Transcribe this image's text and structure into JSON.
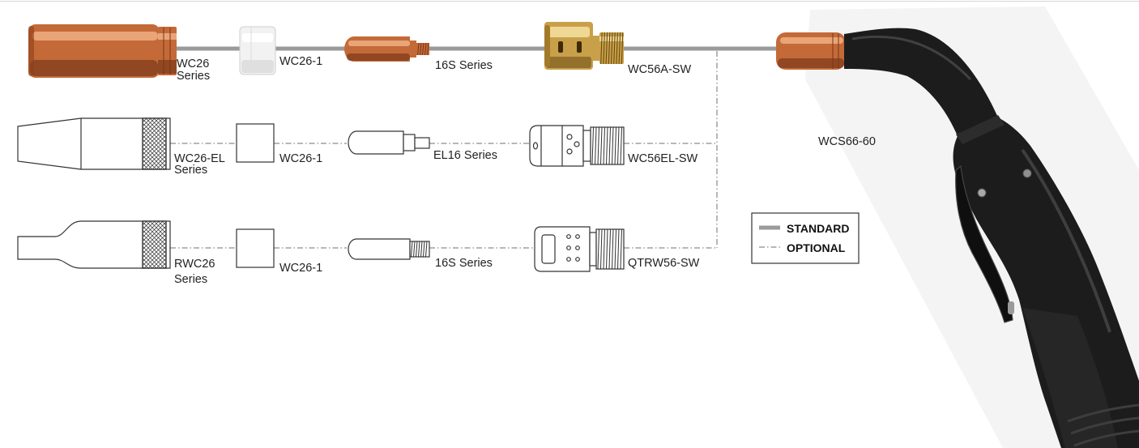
{
  "rows": [
    {
      "nozzle_label": [
        "WC26",
        "Series"
      ],
      "insulator_label": "WC26-1",
      "tip_label": "16S Series",
      "diffuser_label": "WC56A-SW"
    },
    {
      "nozzle_label": [
        "WC26-EL",
        "Series"
      ],
      "insulator_label": "WC26-1",
      "tip_label": "EL16 Series",
      "diffuser_label": "WC56EL-SW"
    },
    {
      "nozzle_label": [
        "RWC26",
        "Series"
      ],
      "insulator_label": "WC26-1",
      "tip_label": "16S Series",
      "diffuser_label": "QTRW56-SW"
    }
  ],
  "gun": {
    "label": "WCS66-60"
  },
  "legend": {
    "standard": "STANDARD",
    "optional": "OPTIONAL"
  },
  "colors": {
    "standard_line": "#9a9a9a",
    "optional_line": "#6f6f6f",
    "outline": "#333333",
    "copper": "#c46a38",
    "brass": "#c9a04a",
    "insulator": "#f2f2f2",
    "gun_body": "#1c1c1c"
  }
}
